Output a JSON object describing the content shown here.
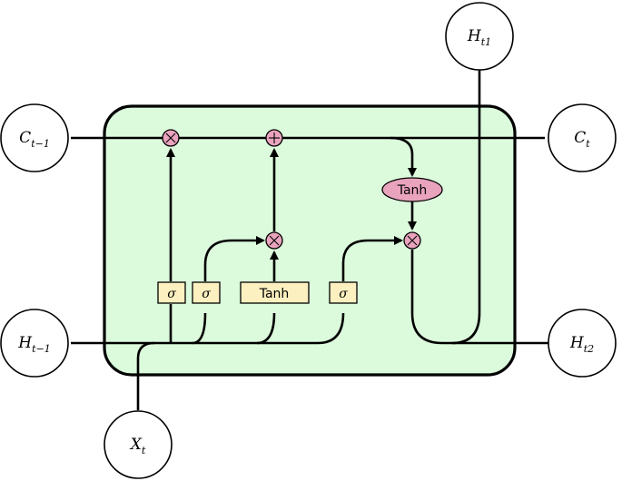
{
  "nodes": {
    "c_prev": {
      "main": "C",
      "sub": "t−1"
    },
    "c_next": {
      "main": "C",
      "sub": "t"
    },
    "h_prev": {
      "main": "H",
      "sub": "t−1"
    },
    "h_top": {
      "main": "H",
      "sub": "t1"
    },
    "h_out": {
      "main": "H",
      "sub": "t2"
    },
    "x_in": {
      "main": "X",
      "sub": "t"
    }
  },
  "gates": {
    "forget": "σ",
    "input": "σ",
    "candidate": "Tanh",
    "output": "σ",
    "cell_tanh": "Tanh"
  },
  "operators": {
    "forget_mult": "multiply",
    "add": "add",
    "input_mult": "multiply",
    "output_mult": "multiply"
  },
  "colors": {
    "cell_fill": "#dcfadc",
    "gate_fill": "#fdf0c0",
    "operator_fill": "#e9a3bd"
  }
}
